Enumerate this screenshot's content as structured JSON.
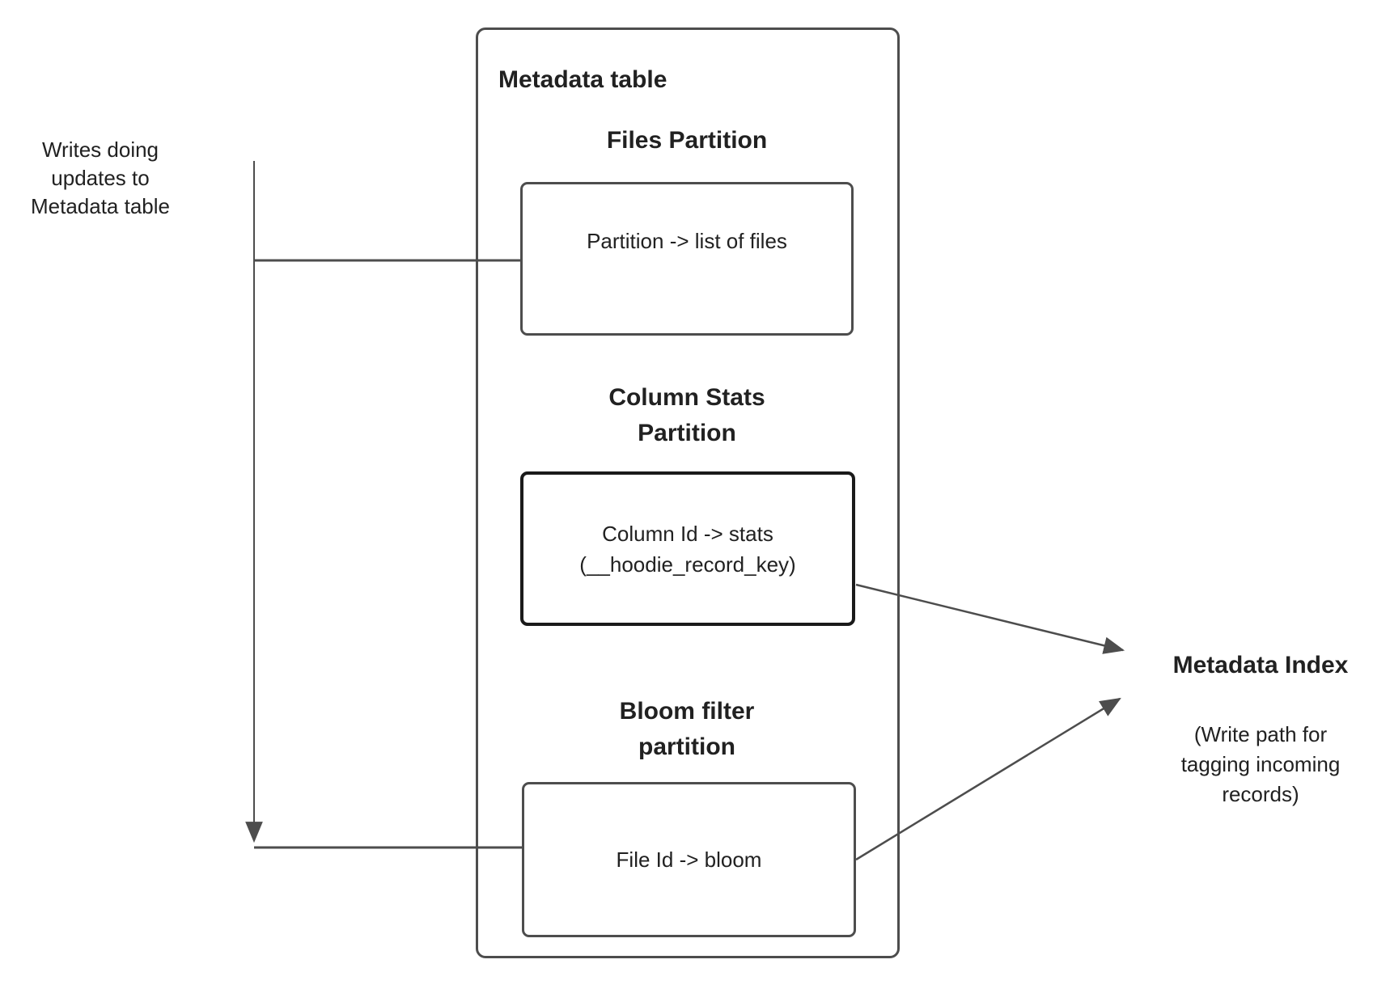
{
  "diagram": {
    "left_note": "Writes doing\nupdates to\nMetadata table",
    "metadata_table": {
      "title": "Metadata table",
      "partitions": [
        {
          "heading": "Files Partition",
          "content": "Partition -> list of files"
        },
        {
          "heading": "Column Stats\nPartition",
          "content": "Column Id  -> stats\n(__hoodie_record_key)"
        },
        {
          "heading": "Bloom filter\npartition",
          "content": "File Id -> bloom"
        }
      ]
    },
    "metadata_index": {
      "title": "Metadata Index",
      "subtitle": "(Write path for\ntagging incoming\nrecords)"
    },
    "colors": {
      "line": "#4d4d4d",
      "box_border": "#4d4d4d",
      "dark_border": "#1a1a1a",
      "text": "#212121",
      "background": "#ffffff"
    }
  }
}
